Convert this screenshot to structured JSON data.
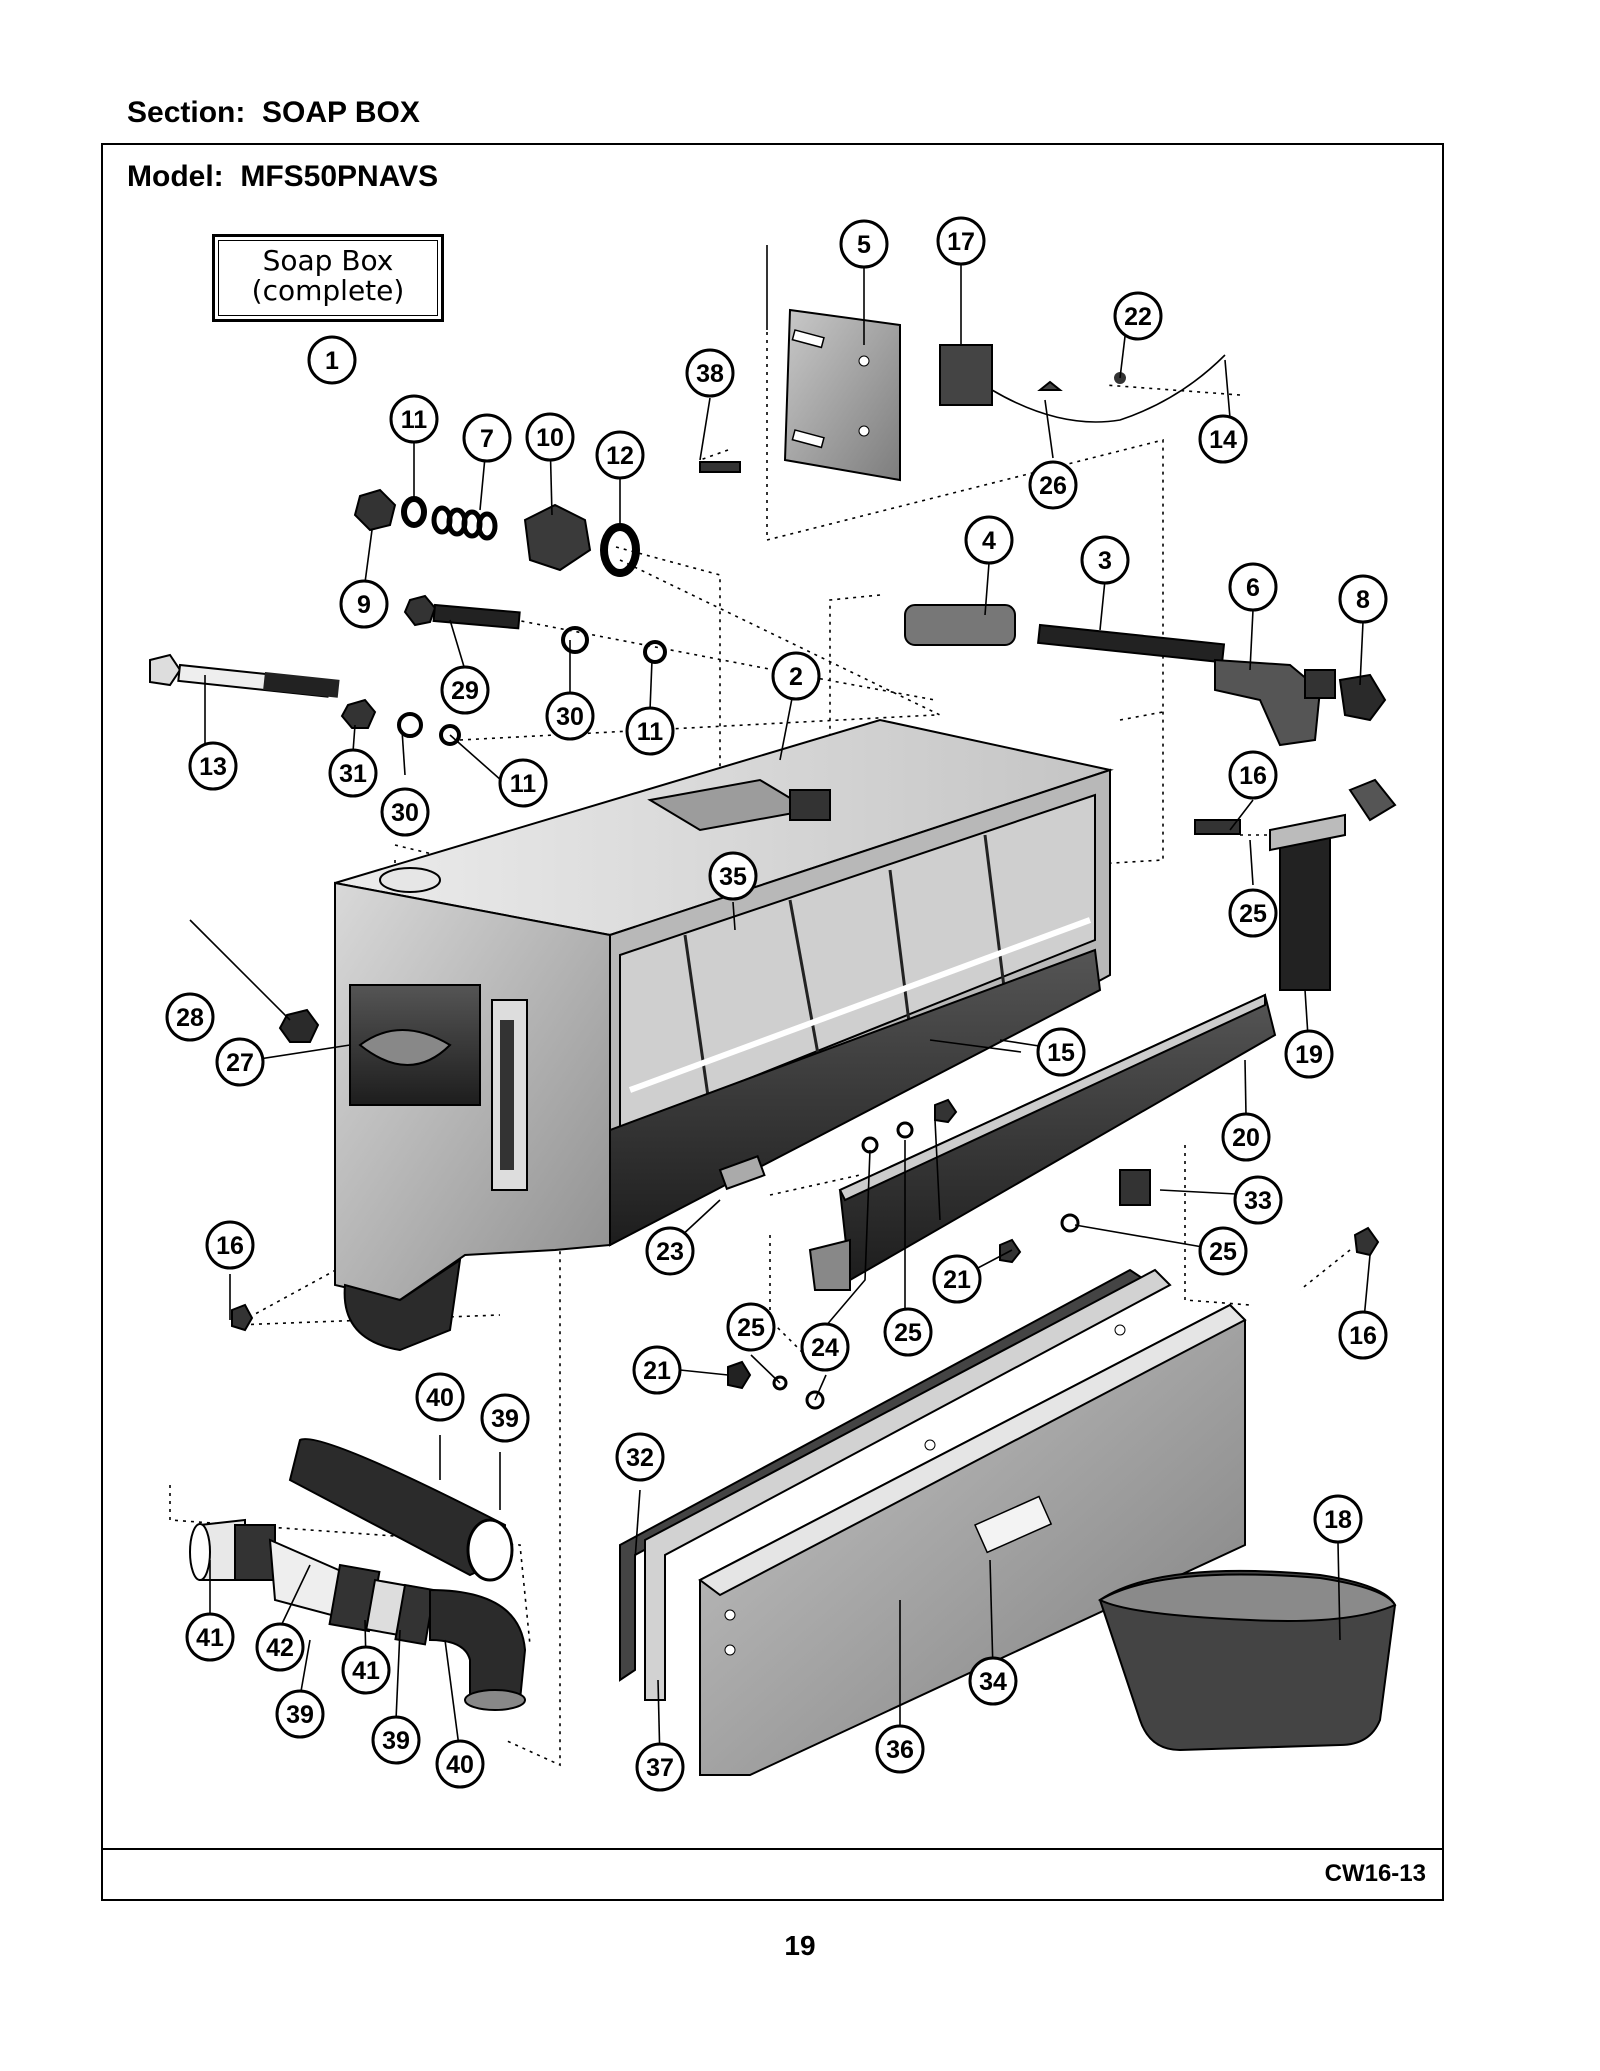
{
  "header": {
    "section_label": "Section:",
    "section_value": "SOAP BOX",
    "model_label": "Model:",
    "model_value": "MFS50PNAVS"
  },
  "title_box": {
    "line1": "Soap Box",
    "line2": "(complete)"
  },
  "callouts": [
    "1",
    "2",
    "3",
    "4",
    "5",
    "6",
    "7",
    "8",
    "9",
    "10",
    "11",
    "12",
    "13",
    "14",
    "15",
    "16",
    "17",
    "18",
    "19",
    "20",
    "21",
    "22",
    "23",
    "24",
    "25",
    "26",
    "27",
    "28",
    "29",
    "30",
    "31",
    "32",
    "33",
    "34",
    "35",
    "36",
    "37",
    "38",
    "39",
    "40",
    "41",
    "42"
  ],
  "footer": {
    "ref_code": "CW16-13",
    "page_number": "19"
  }
}
